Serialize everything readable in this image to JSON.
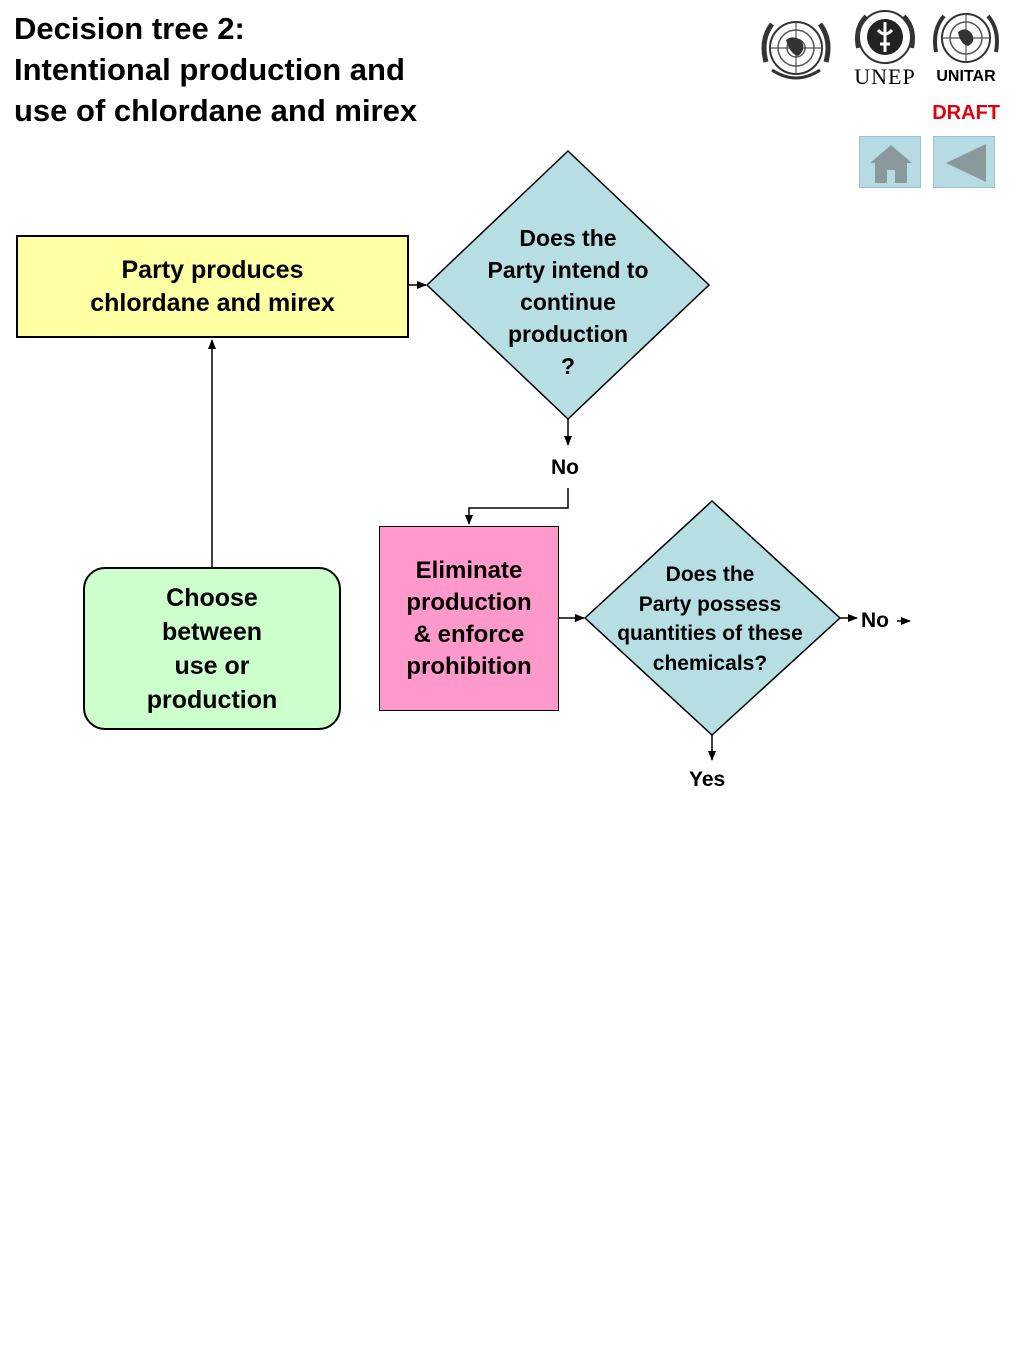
{
  "header": {
    "title_lines": [
      "Decision tree 2:",
      "Intentional production and",
      "use of chlordane and mirex"
    ],
    "draft_label": "DRAFT"
  },
  "logos": {
    "un": {
      "icon": "un-emblem-icon"
    },
    "unep": {
      "caption": "UNEP",
      "icon": "unep-emblem-icon"
    },
    "unitar": {
      "caption": "UNITAR",
      "icon": "unitar-emblem-icon"
    }
  },
  "nav": {
    "home_icon": "home-icon",
    "back_icon": "back-arrow-icon"
  },
  "colors": {
    "yellow_box": "#ffffa3",
    "green_box": "#ccffcc",
    "pink_box": "#ff99cc",
    "diamond": "#b7dee3",
    "draft": "#e0000b",
    "nav_button": "#b7dbe3"
  },
  "nodes": {
    "party_produces": "Party produces\nchlordane and mirex",
    "intend_question": "Does the\nParty intend to\ncontinue\nproduction\n?",
    "eliminate": "Eliminate\nproduction\n& enforce\nprohibition",
    "possess_question": "Does the\nParty possess\nquantities of these\nchemicals?",
    "choose": "Choose\nbetween\nuse or\nproduction"
  },
  "edge_labels": {
    "no_1": "No",
    "no_2": "No",
    "yes_1": "Yes"
  }
}
